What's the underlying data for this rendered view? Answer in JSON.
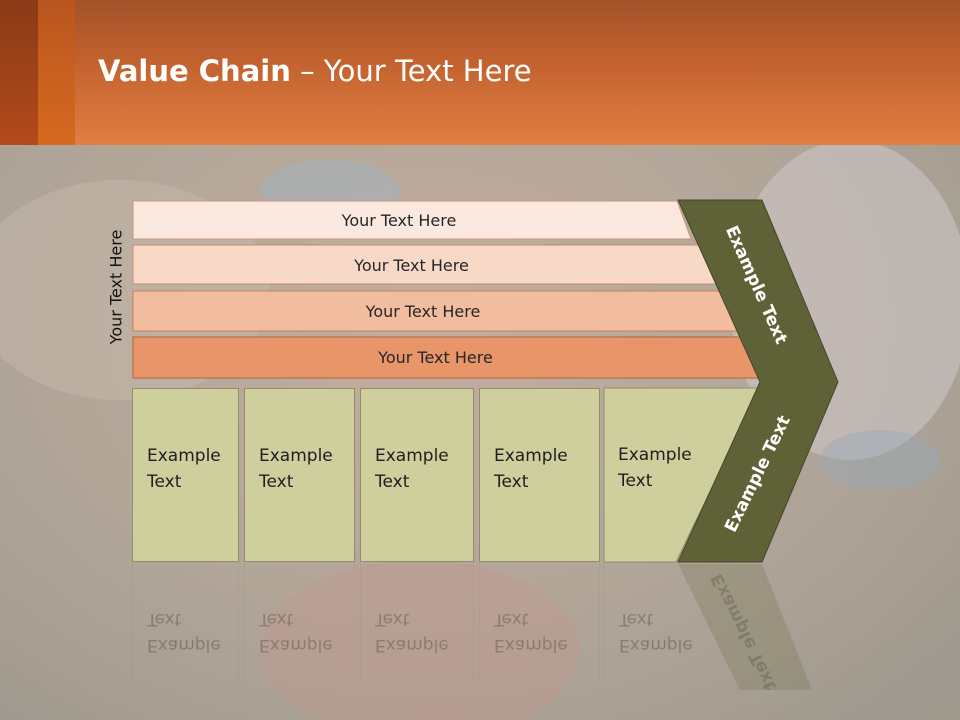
{
  "slide": {
    "title_bold": "Value Chain",
    "title_rest": " – Your Text Here"
  },
  "side_label": "Your Text Here",
  "rows": [
    {
      "label": "Your Text Here",
      "color": "#fbe9df"
    },
    {
      "label": "Your Text Here",
      "color": "#f8d9c7"
    },
    {
      "label": "Your Text Here",
      "color": "#f2bd9f"
    },
    {
      "label": "Your Text Here",
      "color": "#e8956a"
    }
  ],
  "columns": [
    {
      "line1": "Example",
      "line2": "Text"
    },
    {
      "line1": "Example",
      "line2": "Text"
    },
    {
      "line1": "Example",
      "line2": "Text"
    },
    {
      "line1": "Example",
      "line2": "Text"
    },
    {
      "line1": "Example",
      "line2": "Text"
    }
  ],
  "chevron": {
    "upper_label": "Example Text",
    "lower_label": "Example Text",
    "color": "#5f6236"
  },
  "colors": {
    "header_accent": "#e07f43",
    "column_fill": "#cfcf9e"
  }
}
